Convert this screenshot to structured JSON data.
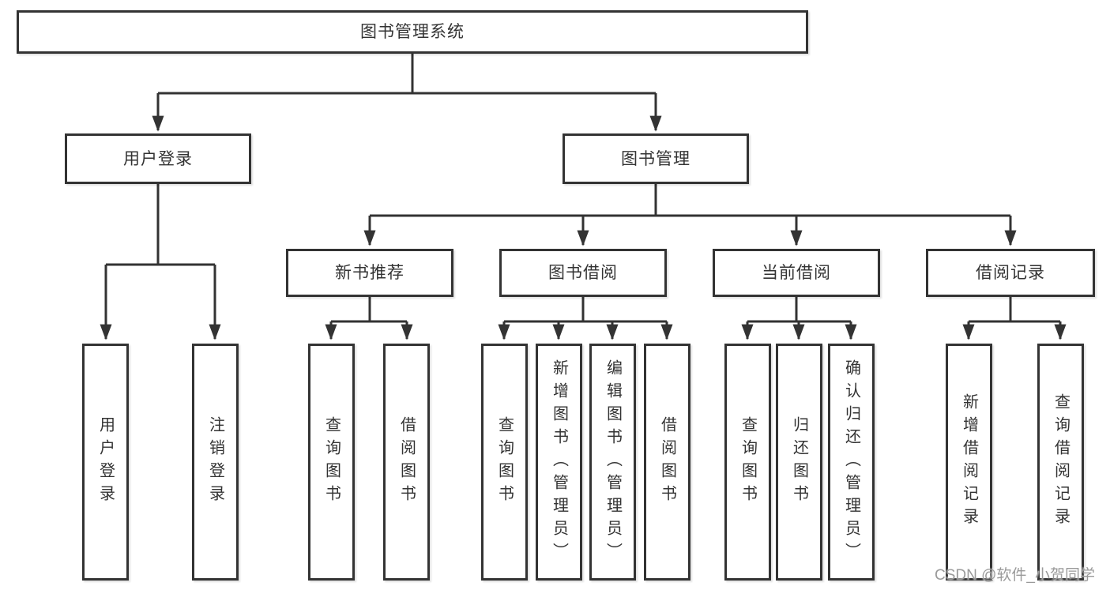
{
  "tree": {
    "root": "图书管理系统",
    "user_login": {
      "label": "用户登录",
      "children": [
        "用户登录",
        "注销登录"
      ]
    },
    "book_mgmt": {
      "label": "图书管理",
      "sections": [
        {
          "label": "新书推荐",
          "children": [
            "查询图书",
            "借阅图书"
          ]
        },
        {
          "label": "图书借阅",
          "children": [
            "查询图书",
            "新增图书（管理员）",
            "编辑图书（管理员）",
            "借阅图书"
          ]
        },
        {
          "label": "当前借阅",
          "children": [
            "查询图书",
            "归还图书",
            "确认归还（管理员）"
          ]
        },
        {
          "label": "借阅记录",
          "children": [
            "新增借阅记录",
            "查询借阅记录"
          ]
        }
      ]
    }
  },
  "watermark": {
    "text": "CSDN @软件_小贺同学"
  },
  "colors": {
    "line": "#333333",
    "box_border": "#333333",
    "text": "#333333",
    "watermark": "#9a9a9a",
    "background": "#ffffff"
  }
}
